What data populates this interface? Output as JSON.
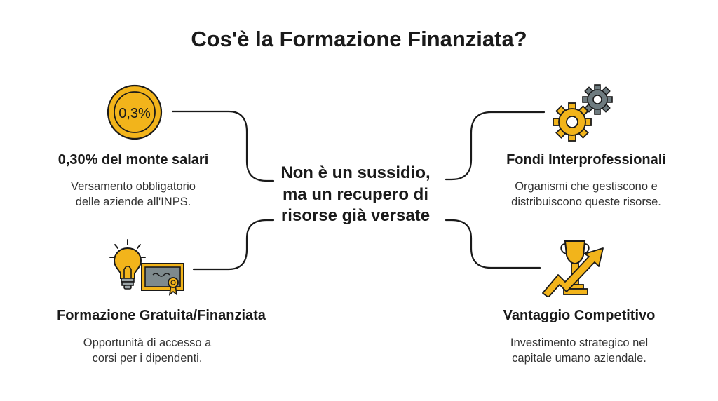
{
  "title": "Cos'è la Formazione Finanziata?",
  "center": {
    "lines": [
      "Non è un sussidio,",
      "ma un recupero di",
      "risorse già versate"
    ]
  },
  "nodes": {
    "top_left": {
      "badge": "0,3%",
      "title": "0,30% del monte salari",
      "desc": [
        "Versamento obbligatorio",
        "delle aziende all'INPS."
      ],
      "icon": "coin-icon"
    },
    "bottom_left": {
      "title": "Formazione Gratuita/Finanziata",
      "desc": [
        "Opportunità di accesso a",
        "corsi per i dipendenti."
      ],
      "icon": "lightbulb-certificate-icon"
    },
    "top_right": {
      "title": "Fondi Interprofessionali",
      "desc": [
        "Organismi che gestiscono e",
        "distribuiscono queste risorse."
      ],
      "icon": "gears-icon"
    },
    "bottom_right": {
      "title": "Vantaggio Competitivo",
      "desc": [
        "Investimento strategico nel",
        "capitale umano aziendale."
      ],
      "icon": "trophy-growth-icon"
    }
  },
  "colors": {
    "accent": "#F2B41B",
    "accent_dark": "#C98A0C",
    "text": "#1A1A1A",
    "gear_gray": "#6E7B7F"
  }
}
